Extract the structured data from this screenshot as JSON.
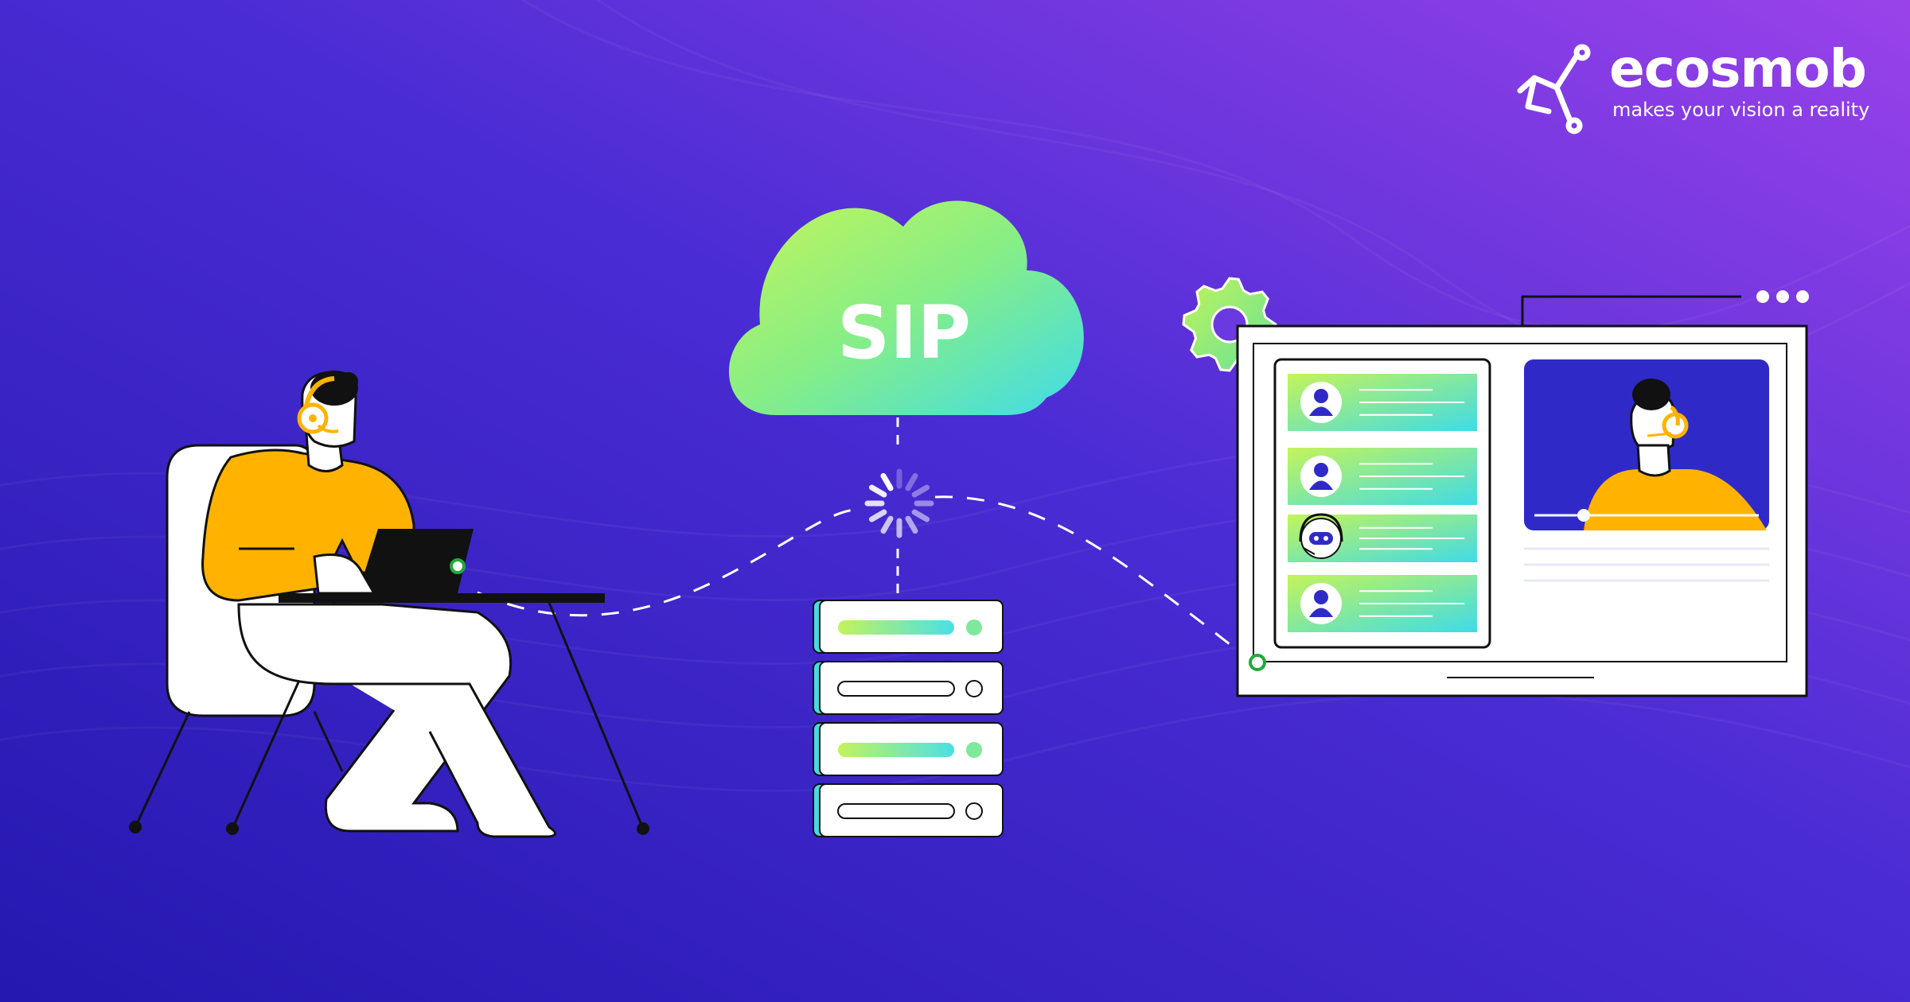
{
  "brand": {
    "name": "ecosmob",
    "tagline": "makes your vision a reality",
    "logo_icon": "connected-nodes-icon"
  },
  "cloud": {
    "label": "SIP",
    "icon": "cloud-icon"
  },
  "server": {
    "icon": "server-rack-icon",
    "units": 4
  },
  "colors": {
    "background_start": "#2a1fb8",
    "background_end": "#8a3ae8",
    "accent_green": "#b6f36a",
    "accent_cyan": "#47e0e8",
    "person_shirt": "#ffb300",
    "outline": "#111111",
    "white": "#ffffff",
    "avatar_blue": "#2f2ac7"
  },
  "dashboard": {
    "contact_count": 4,
    "window_dots": 3,
    "icons": [
      "gear-icon",
      "user-icon",
      "bot-headset-icon",
      "video-call-icon"
    ]
  }
}
